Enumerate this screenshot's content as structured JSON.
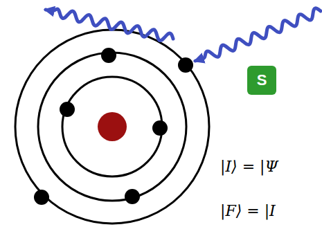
{
  "diagram": {
    "nodes": [
      {
        "text": [
          "S"
        ]
      }
    ],
    "labels": [
      "|I⟩ = |Ψ",
      "|F⟩ = |I"
    ]
  }
}
